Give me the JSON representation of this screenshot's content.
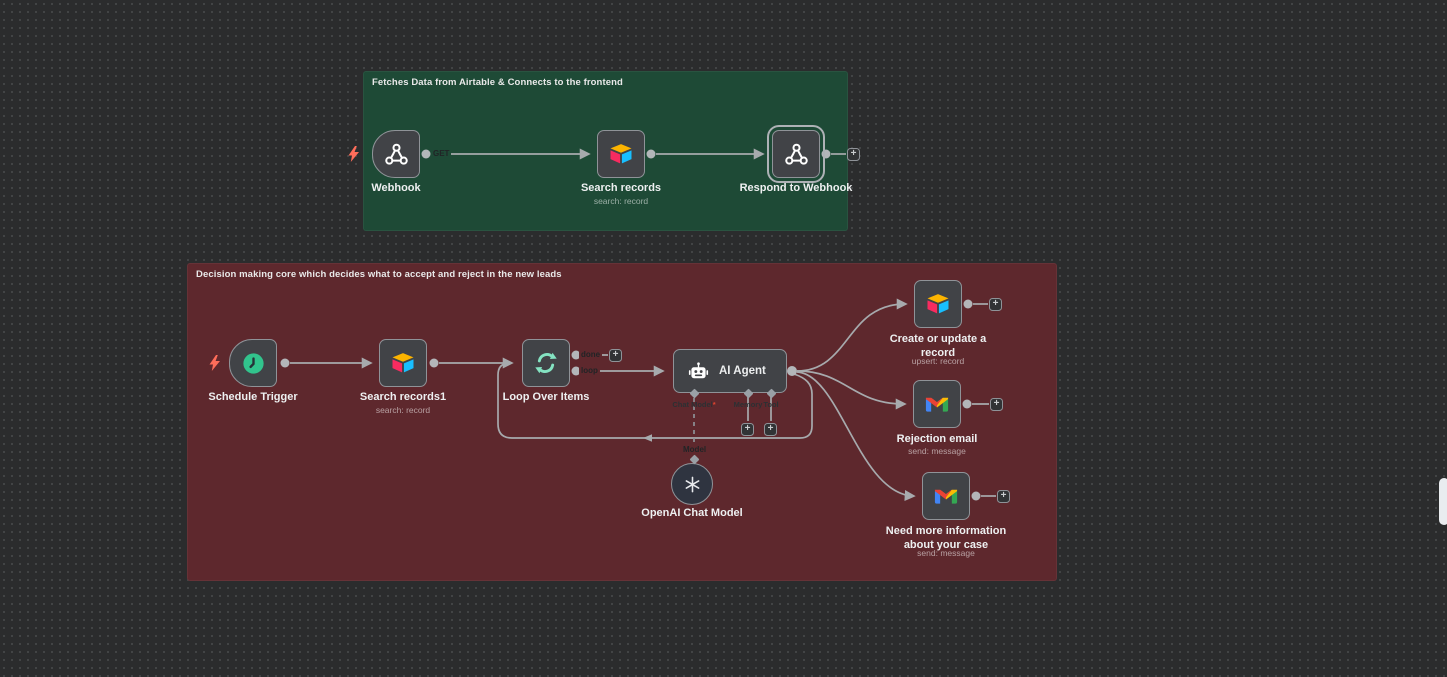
{
  "groups": {
    "fetch": {
      "title": "Fetches Data from Airtable & Connects to the frontend"
    },
    "decision": {
      "title": "Decision making core which decides what to accept and reject in the new leads"
    }
  },
  "nodes": {
    "webhook": {
      "label": "Webhook"
    },
    "search_records": {
      "label": "Search records",
      "sublabel": "search: record"
    },
    "respond_webhook": {
      "label": "Respond to Webhook"
    },
    "schedule_trigger": {
      "label": "Schedule Trigger"
    },
    "search_records1": {
      "label": "Search records1",
      "sublabel": "search: record"
    },
    "loop_over_items": {
      "label": "Loop Over Items"
    },
    "ai_agent": {
      "label": "AI Agent"
    },
    "openai_chat_model": {
      "label": "OpenAI Chat Model"
    },
    "create_or_update": {
      "label": "Create or update a record",
      "sublabel": "upsert: record"
    },
    "rejection_email": {
      "label": "Rejection email",
      "sublabel": "send: message"
    },
    "need_more_info": {
      "label": "Need more information about your case",
      "sublabel": "send: message"
    }
  },
  "ai_ports": {
    "chat_model": {
      "label": "Chat Model",
      "required_mark": "*"
    },
    "memory": {
      "label": "Memory"
    },
    "tool": {
      "label": "Tool"
    }
  },
  "connection_labels": {
    "get": "GET",
    "done": "done",
    "loop": "loop",
    "model": "Model"
  },
  "ui": {
    "plus": "+"
  },
  "colors": {
    "canvas": "#2b2c2d",
    "group_green": "#1e4a36",
    "group_red": "#5e282d",
    "node_fill": "#414347",
    "node_border": "#8f9398",
    "wire": "#a7aaad",
    "selection": "#aeb2b6",
    "trigger_bolt": "#ff6d5a",
    "clock_green": "#31c48d",
    "loop_mint": "#84e3c2",
    "airtable_yellow": "#fcb400",
    "airtable_red": "#f82b60",
    "airtable_cyan": "#18bfff",
    "gmail_blue": "#4285f4",
    "gmail_red": "#ea4335",
    "gmail_yellow": "#fbbc04",
    "gmail_green": "#34a853"
  }
}
